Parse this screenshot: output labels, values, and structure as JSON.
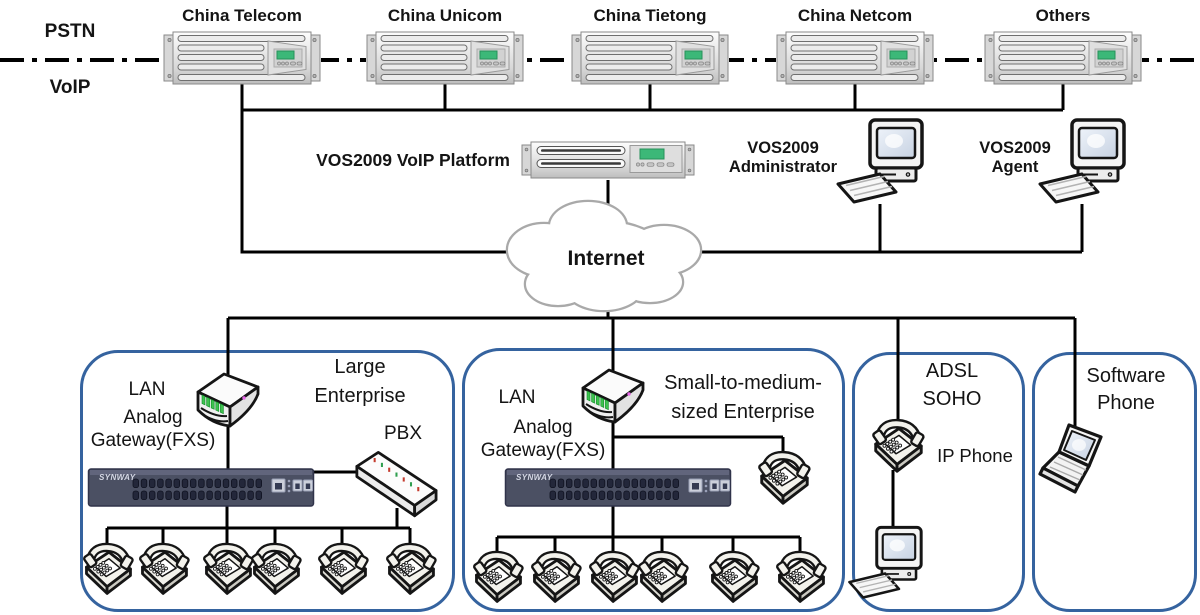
{
  "legend": {
    "pstn": "PSTN",
    "voip": "VoIP"
  },
  "carriers": [
    {
      "name": "China Telecom"
    },
    {
      "name": "China Unicom"
    },
    {
      "name": "China Tietong"
    },
    {
      "name": "China Netcom"
    },
    {
      "name": "Others"
    }
  ],
  "platform": {
    "label": "VOS2009 VoIP Platform"
  },
  "admin": {
    "line1": "VOS2009",
    "line2": "Administrator"
  },
  "agent": {
    "line1": "VOS2009",
    "line2": "Agent"
  },
  "internet": {
    "label": "Internet"
  },
  "sites": {
    "large": {
      "title1": "Large",
      "title2": "Enterprise",
      "lan": "LAN",
      "gw1": "Analog",
      "gw2": "Gateway(FXS)",
      "pbx": "PBX",
      "brand": "SYNWAY",
      "phone_count": 6
    },
    "sme": {
      "title1": "Small-to-medium-",
      "title2": "sized Enterprise",
      "lan": "LAN",
      "gw1": "Analog",
      "gw2": "Gateway(FXS)",
      "brand": "SYNWAY",
      "phone_count": 6
    },
    "adsl": {
      "title1": "ADSL",
      "title2": "SOHO",
      "ip_phone": "IP Phone"
    },
    "soft": {
      "title1": "Software",
      "title2": "Phone"
    }
  },
  "colors": {
    "line": "#000000",
    "box_border": "#35639f",
    "lcd_green": "#3cb878",
    "router_led_green": "#3ec24e",
    "gateway_body": "#4b5063",
    "cloud_stroke": "#a9a9a9"
  }
}
